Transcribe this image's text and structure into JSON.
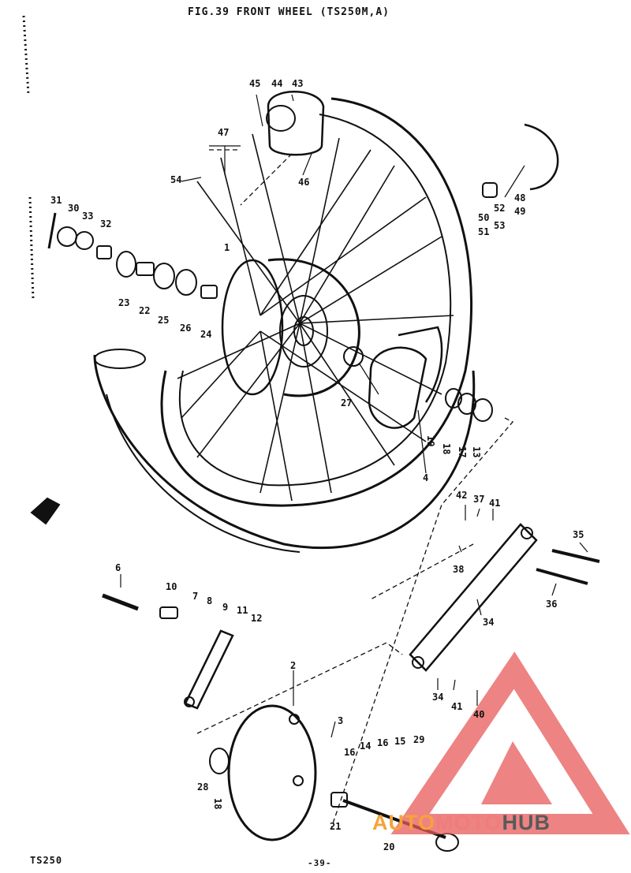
{
  "header": {
    "title": "FIG.39  FRONT WHEEL (TS250M,A)"
  },
  "footer": {
    "model": "TS250",
    "page": "-39-"
  },
  "watermark": {
    "part1": "AUTO",
    "part2": "MOTO",
    "part3": "HUB"
  },
  "callouts": [
    "1",
    "2",
    "3",
    "4",
    "6",
    "7",
    "8",
    "9",
    "10",
    "11",
    "12",
    "13",
    "14",
    "15",
    "16",
    "16",
    "17",
    "18",
    "18",
    "19",
    "20",
    "21",
    "22",
    "23",
    "24",
    "25",
    "26",
    "27",
    "28",
    "29",
    "30",
    "31",
    "32",
    "33",
    "34",
    "34",
    "35",
    "36",
    "37",
    "38",
    "40",
    "41",
    "41",
    "42",
    "43",
    "44",
    "45",
    "46",
    "47",
    "48",
    "49",
    "50",
    "51",
    "52",
    "53",
    "54"
  ],
  "colors": {
    "ink": "#111111",
    "watermark_red": "#e85a5a",
    "watermark_orange": "#f6a23a",
    "watermark_gray": "#5a5a5a"
  }
}
